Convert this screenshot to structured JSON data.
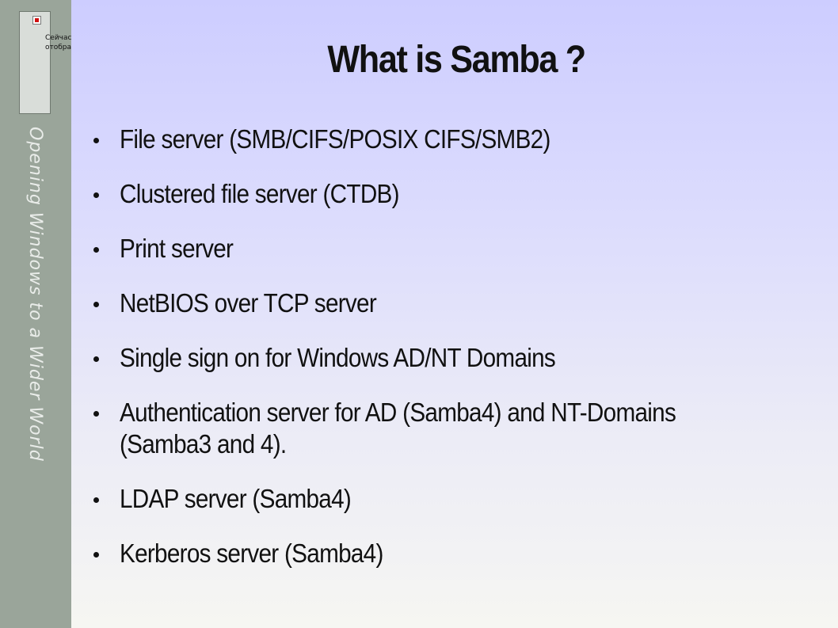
{
  "sidebar": {
    "broken_image_text": "Сейчас не удается\nотобразить",
    "tagline": "Opening Windows to a Wider World"
  },
  "slide": {
    "title": "What is Samba ?",
    "bullets": [
      "File server (SMB/CIFS/POSIX CIFS/SMB2)",
      "Clustered file server (CTDB)",
      "Print server",
      "NetBIOS over TCP server",
      "Single sign on for Windows AD/NT Domains",
      "Authentication server for AD (Samba4) and NT-Domains (Samba3 and 4).",
      "LDAP server (Samba4)",
      "Kerberos server (Samba4)"
    ]
  },
  "colors": {
    "sidebar": "#9aa59a",
    "background_top": "#cdcdff",
    "background_bottom": "#f6f6f2",
    "text": "#111111"
  }
}
